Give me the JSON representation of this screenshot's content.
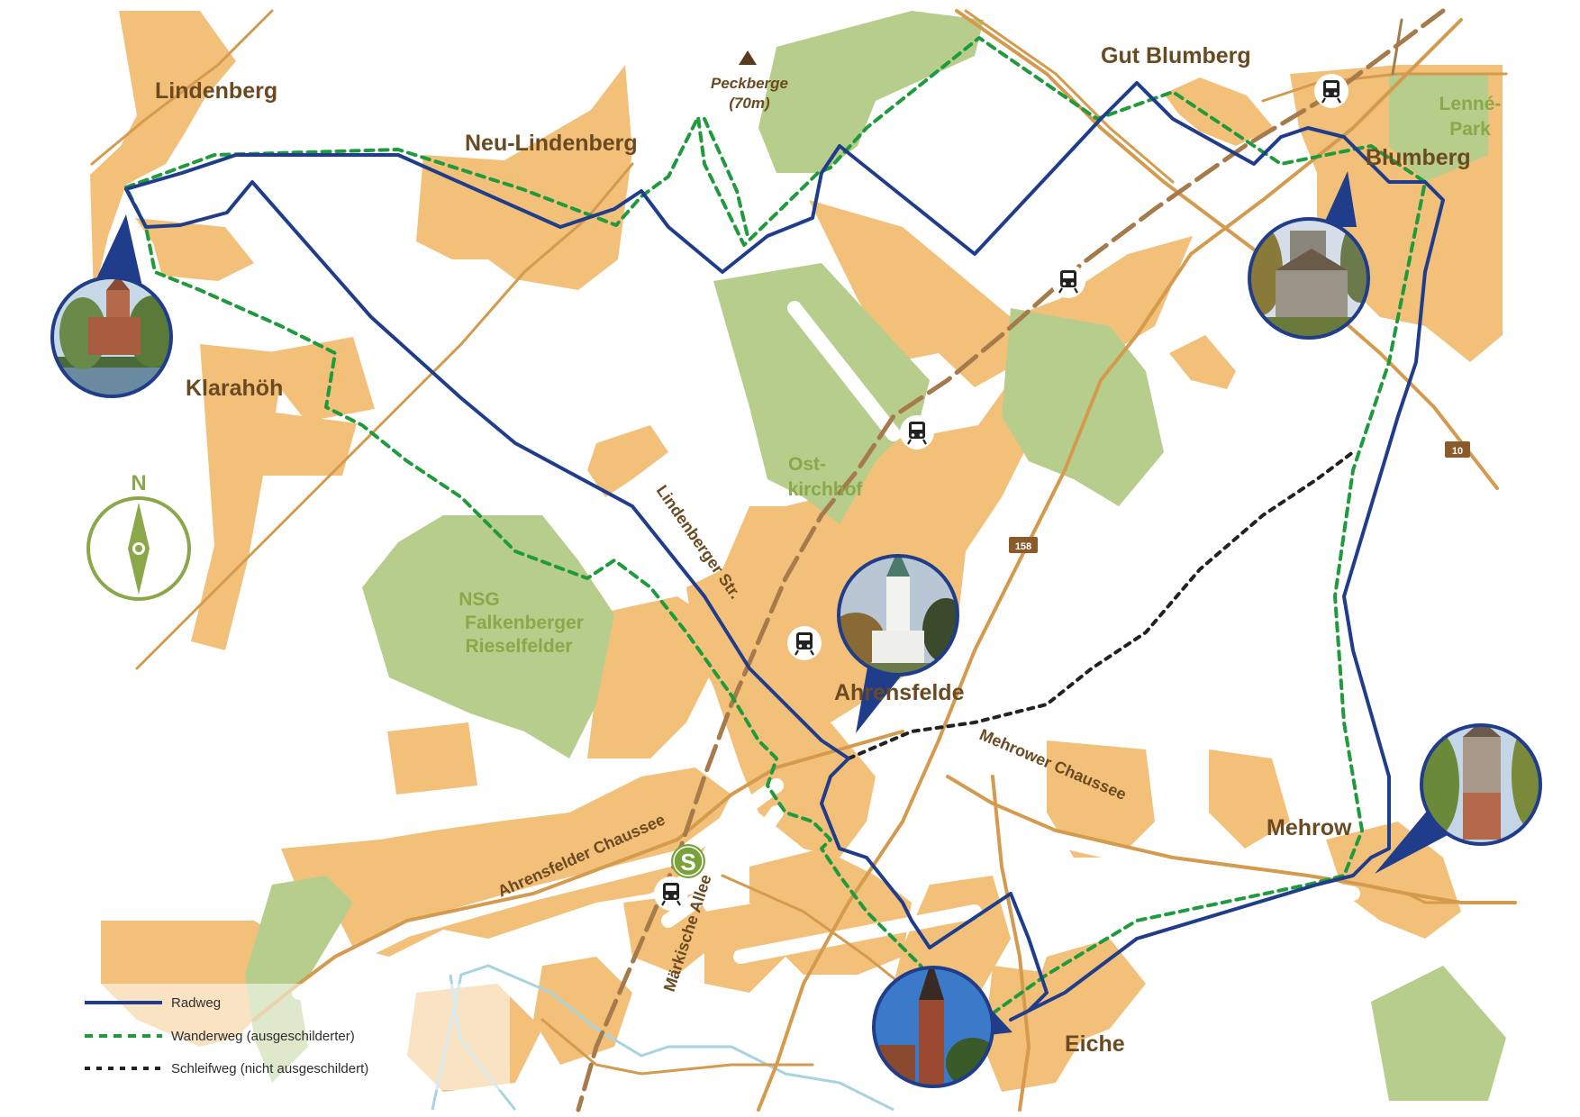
{
  "places": {
    "lindenberg": "Lindenberg",
    "neu_lindenberg": "Neu-Lindenberg",
    "klarahoeh": "Klarahöh",
    "ahrensfelde": "Ahrensfelde",
    "blumberg": "Blumberg",
    "gut_blumberg": "Gut Blumberg",
    "mehrow": "Mehrow",
    "eiche": "Eiche"
  },
  "green_areas": {
    "ostkirchhof": [
      "Ost-",
      "kirchhof"
    ],
    "nsg": [
      "NSG",
      "Falkenberger",
      "Rieselfelder"
    ],
    "lenne_park": [
      "Lenné-",
      "Park"
    ]
  },
  "peak": {
    "name": "Peckberge",
    "elevation": "(70m)"
  },
  "streets": {
    "lindenberger": "Lindenberger Str.",
    "mehrower": "Mehrower Chaussee",
    "ahrensfelder": "Ahrensfelder Chaussee",
    "maerkische": "Märkische Allee"
  },
  "road_numbers": {
    "b158": "158",
    "b10": "10"
  },
  "s_bahn": "S",
  "compass": {
    "label": "N"
  },
  "legend": [
    {
      "label": "Radweg",
      "style": "solid",
      "color": "#1f3d8a"
    },
    {
      "label": "Wanderweg (ausgeschilderter)",
      "style": "dashed",
      "color": "#1f9a3c"
    },
    {
      "label": "Schleifweg (nicht ausgeschildert)",
      "style": "dotted",
      "color": "#222222"
    }
  ],
  "colors": {
    "settlement": "#f3c07a",
    "green": "#b7cd8b",
    "road": "#d49a4e",
    "water": "#a7d3e3",
    "bike_route": "#1f3d8a",
    "hiking_route": "#1f9a3c",
    "loop_route": "#222222"
  },
  "icons": [
    "train-icon",
    "church-photo-marker",
    "compass-icon",
    "peak-icon",
    "s-bahn-icon"
  ]
}
